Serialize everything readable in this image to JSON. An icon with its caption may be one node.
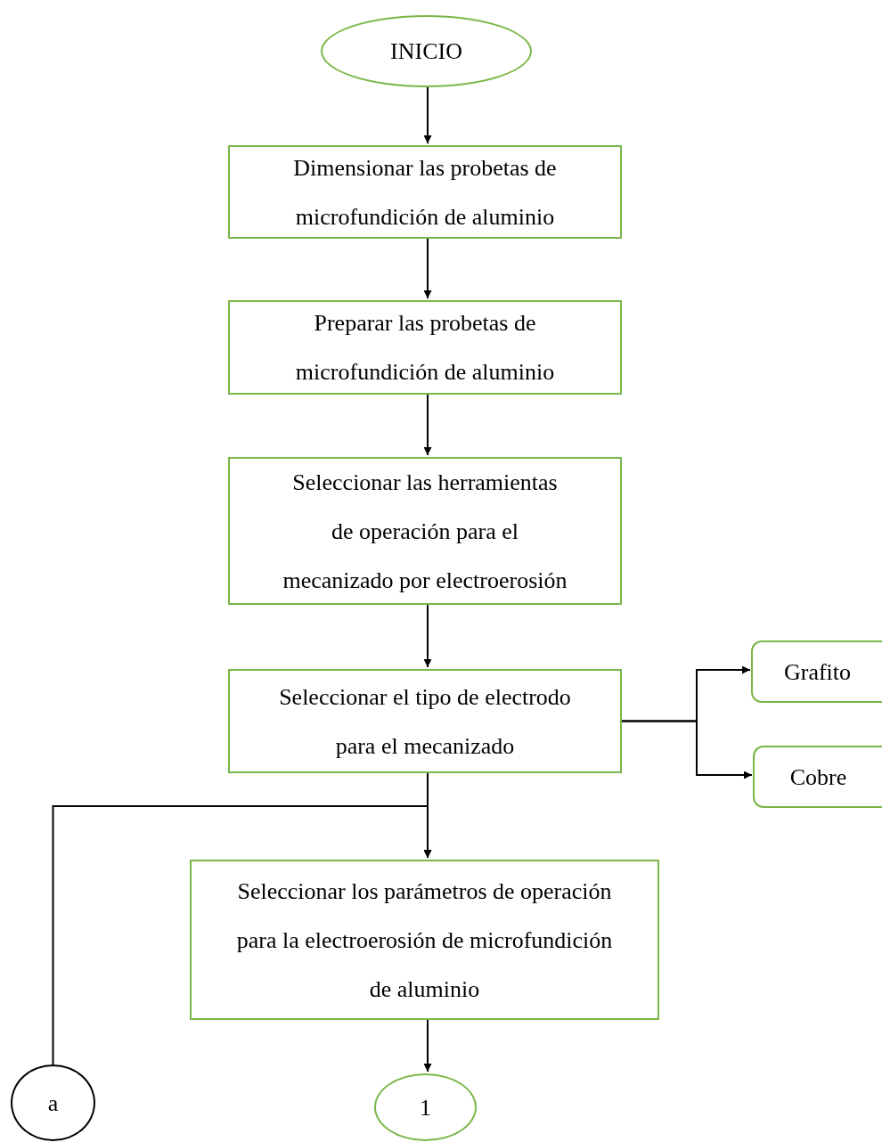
{
  "diagram": {
    "nodes": [
      {
        "text": [
          "INICIO"
        ]
      },
      {
        "text": [
          "Dimensionar las probetas de microfundición de aluminio"
        ]
      },
      {
        "text": [
          "Preparar las probetas de microfundición de aluminio"
        ]
      },
      {
        "text": [
          "Seleccionar las herramientas de operación para el mecanizado por electroerosión"
        ]
      },
      {
        "text": [
          "Seleccionar el tipo de electrodo para el mecanizado"
        ]
      },
      {
        "text": [
          "Grafito"
        ]
      },
      {
        "text": [
          "Cobre"
        ]
      },
      {
        "text": [
          "Seleccionar los parámetros de operación para la electroerosión de microfundición de aluminio"
        ]
      },
      {
        "text": [
          "a"
        ]
      },
      {
        "text": [
          "1"
        ]
      }
    ],
    "edges": [
      {
        "from": 0,
        "to": 1,
        "arrow": "to"
      },
      {
        "from": 1,
        "to": 2,
        "arrow": "to"
      },
      {
        "from": 2,
        "to": 3,
        "arrow": "to"
      },
      {
        "from": 3,
        "to": 4,
        "arrow": "to"
      },
      {
        "from": 4,
        "to": 5,
        "arrow": "to"
      },
      {
        "from": 4,
        "to": 6,
        "arrow": "to"
      },
      {
        "from": 4,
        "to": 7,
        "arrow": "to"
      },
      {
        "from": 8,
        "to": 7,
        "arrow": "to"
      },
      {
        "from": 7,
        "to": 9,
        "arrow": "to"
      }
    ]
  }
}
